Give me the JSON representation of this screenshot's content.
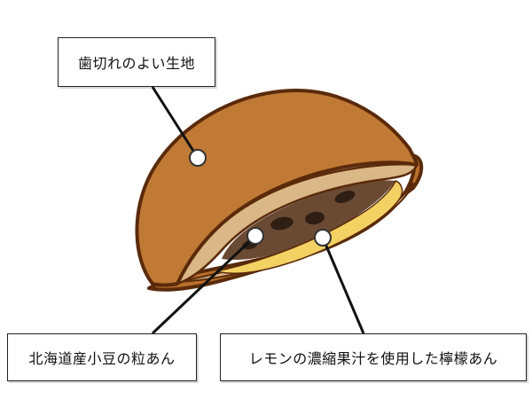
{
  "labels": {
    "dough": "歯切れのよい生地",
    "beans": "北海道産小豆の粒あん",
    "lemon": "レモンの濃縮果汁を使用した檸檬あん"
  },
  "colors": {
    "outline": "#5a2a0a",
    "crust": "#c07a35",
    "crust_lower": "#b96f2a",
    "crumb": "#d9b786",
    "lemon_paste": "#f4d163",
    "bean_paste": "#6a4a33",
    "beans": "#2f1e13",
    "leader": "#111111"
  }
}
